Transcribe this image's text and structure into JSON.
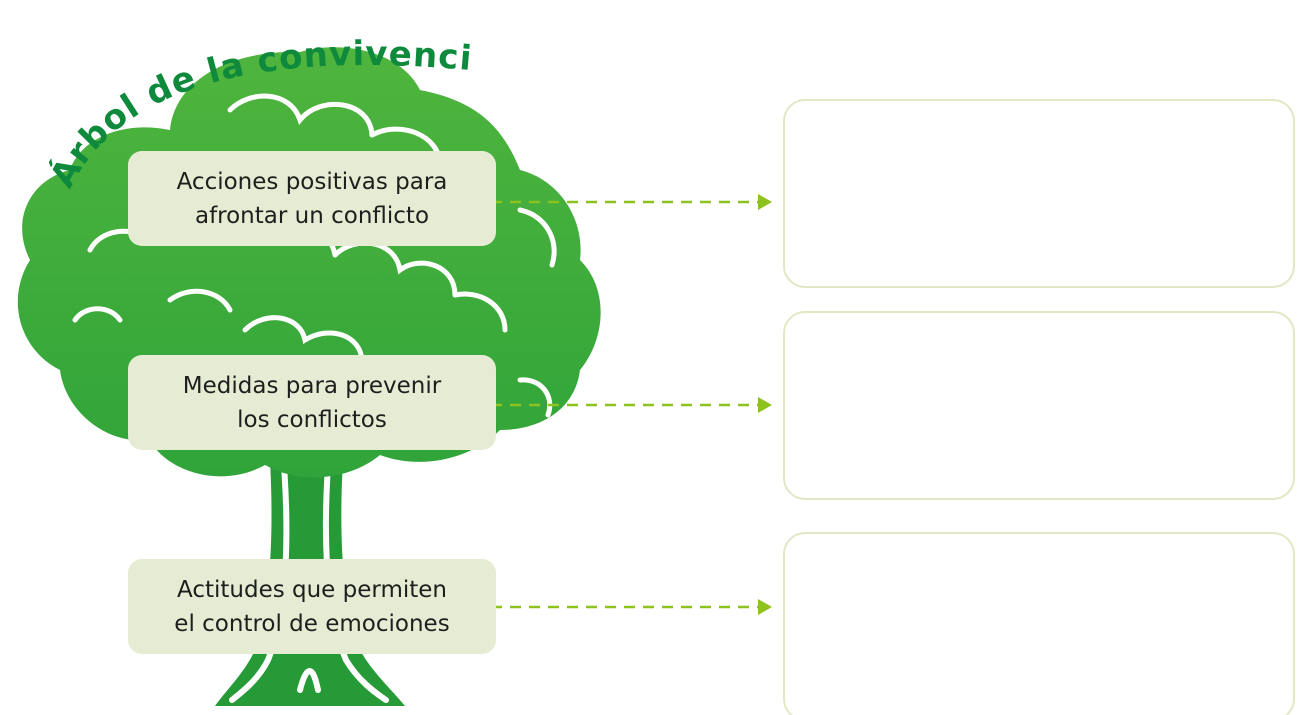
{
  "title": "Árbol de la convivencia",
  "colors": {
    "title": "#0f8a3c",
    "canopy": "#30a43a",
    "canopy_highlight": "#4fb53d",
    "trunk": "#279a38",
    "outline": "#ffffff",
    "label_bg": "#e6ecd3",
    "dashed_arrow": "#8dc21f",
    "answer_border": "#e3e7c5"
  },
  "labels": [
    {
      "text": "Acciones positivas para\nafrontar un conflicto",
      "answer": ""
    },
    {
      "text": "Medidas para prevenir\nlos conflictos",
      "answer": ""
    },
    {
      "text": "Actitudes que permiten\nel control de emociones",
      "answer": ""
    }
  ]
}
